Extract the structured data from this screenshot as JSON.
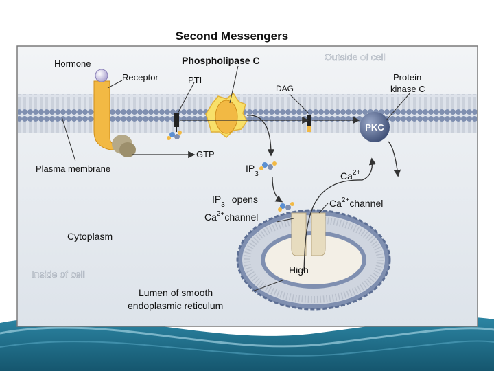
{
  "title": "Second Messengers",
  "colors": {
    "slide_bg_top": "#ffffff",
    "wave_blue": "#1f6f8b",
    "wave_light": "#9fd0e0",
    "panel_bg": "#e8ecf0",
    "membrane_head": "#7f8fb0",
    "protein_gold": "#f2b944",
    "pkc_blue": "#5a6d96",
    "channel_tan": "#e7dcbf"
  },
  "labels": {
    "phospholipase": "Phospholipase C",
    "outside": "Outside of cell",
    "inside": "Inside of cell",
    "hormone": "Hormone",
    "receptor": "Receptor",
    "pti": "PTI",
    "dag": "DAG",
    "protein_kinase": "Protein",
    "protein_kinase_2": "kinase C",
    "pkc": "PKC",
    "gtp": "GTP",
    "plasma_membrane": "Plasma membrane",
    "ip": "IP",
    "sub3": "3",
    "ca": "Ca",
    "sup2plus": "2+",
    "ip3_opens": "opens",
    "ca_channel_line": "channel",
    "ca_channel_right": "channel",
    "cytoplasm": "Cytoplasm",
    "high": "High",
    "lumen_1": "Lumen of smooth",
    "lumen_2": "endoplasmic reticulum"
  },
  "icons": [
    "hormone-icon",
    "receptor-icon",
    "g-protein-icon",
    "phospholipase-c-icon",
    "pkc-icon",
    "calcium-channel-icon",
    "ip3-molecule-icon"
  ]
}
